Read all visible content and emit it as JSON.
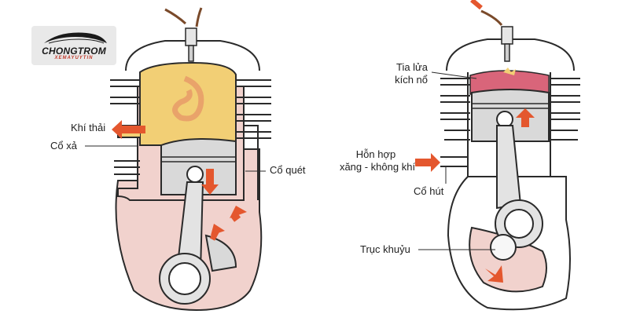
{
  "logo": {
    "name": "CHONGTROM",
    "sub": "XEMAYUYTIN"
  },
  "left_engine": {
    "labels": {
      "exhaust_gas": "Khí thải",
      "exhaust_port": "Cổ xả",
      "transfer_port": "Cổ quét"
    }
  },
  "right_engine": {
    "labels": {
      "spark_line1": "Tia lửa",
      "spark_line2": "kích nổ",
      "mixture_line1": "Hỗn hợp",
      "mixture_line2": "xăng - không khí",
      "intake_port": "Cổ hút",
      "crankshaft": "Trục khuỷu"
    }
  },
  "colors": {
    "outline": "#2a2a2a",
    "crankcase_pink": "#f1d2cd",
    "combustion_yellow": "#f2cf75",
    "flame_orange": "#e9a36a",
    "arrow_orange": "#e4572e",
    "metal_grey": "#d9d9d9",
    "mixture_red": "#d9657a",
    "wire_brown": "#7a4a2a"
  }
}
